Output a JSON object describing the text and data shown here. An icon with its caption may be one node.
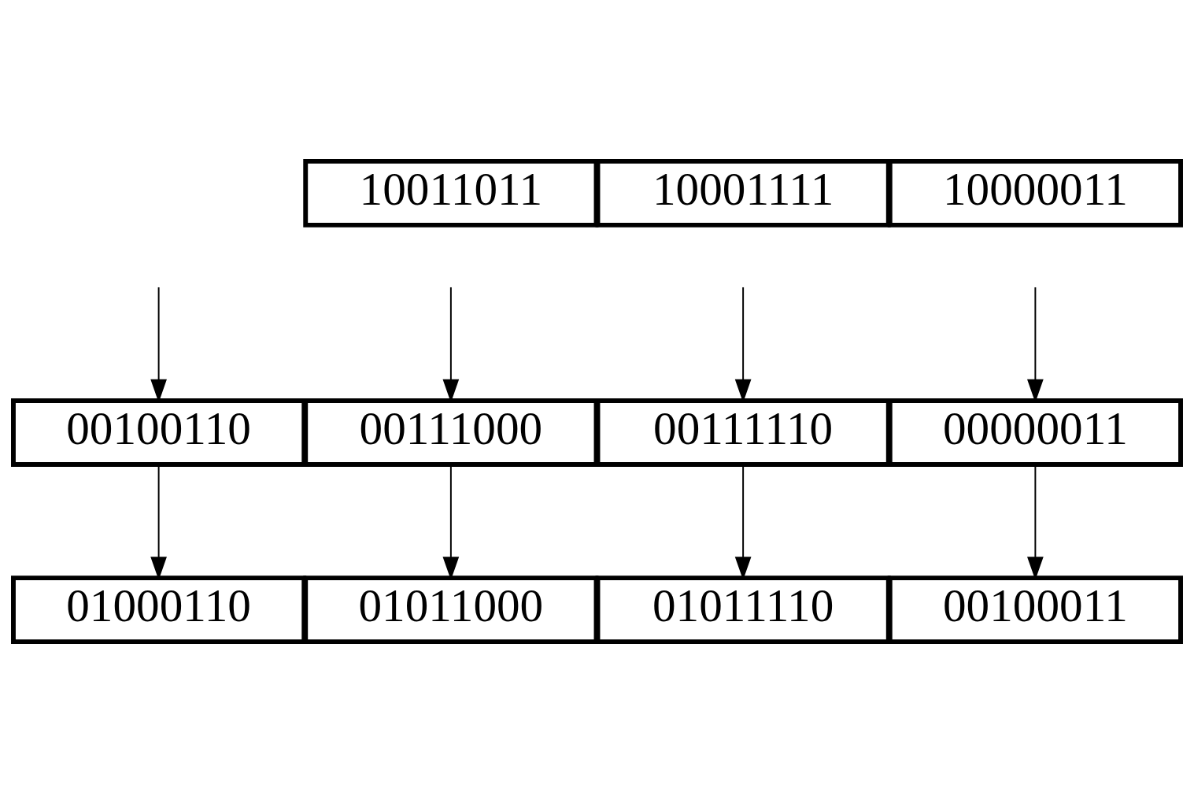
{
  "diagram": {
    "nodes": [
      {
        "text": [
          "10011011"
        ]
      },
      {
        "text": [
          "10001111"
        ]
      },
      {
        "text": [
          "10000011"
        ]
      },
      {
        "text": [
          "00100110"
        ]
      },
      {
        "text": [
          "00111000"
        ]
      },
      {
        "text": [
          "00111110"
        ]
      },
      {
        "text": [
          "00000011"
        ]
      },
      {
        "text": [
          "01000110"
        ]
      },
      {
        "text": [
          "01011000"
        ]
      },
      {
        "text": [
          "01011110"
        ]
      },
      {
        "text": [
          "00100011"
        ]
      }
    ],
    "edges": [
      {
        "from": null,
        "to": 3,
        "arrow": "to"
      },
      {
        "from": null,
        "to": 4,
        "arrow": "to"
      },
      {
        "from": null,
        "to": 5,
        "arrow": "to"
      },
      {
        "from": null,
        "to": 6,
        "arrow": "to"
      },
      {
        "from": 3,
        "to": 7,
        "arrow": "to"
      },
      {
        "from": 4,
        "to": 8,
        "arrow": "to"
      },
      {
        "from": 5,
        "to": 9,
        "arrow": "to"
      },
      {
        "from": 6,
        "to": 10,
        "arrow": "to"
      }
    ]
  }
}
